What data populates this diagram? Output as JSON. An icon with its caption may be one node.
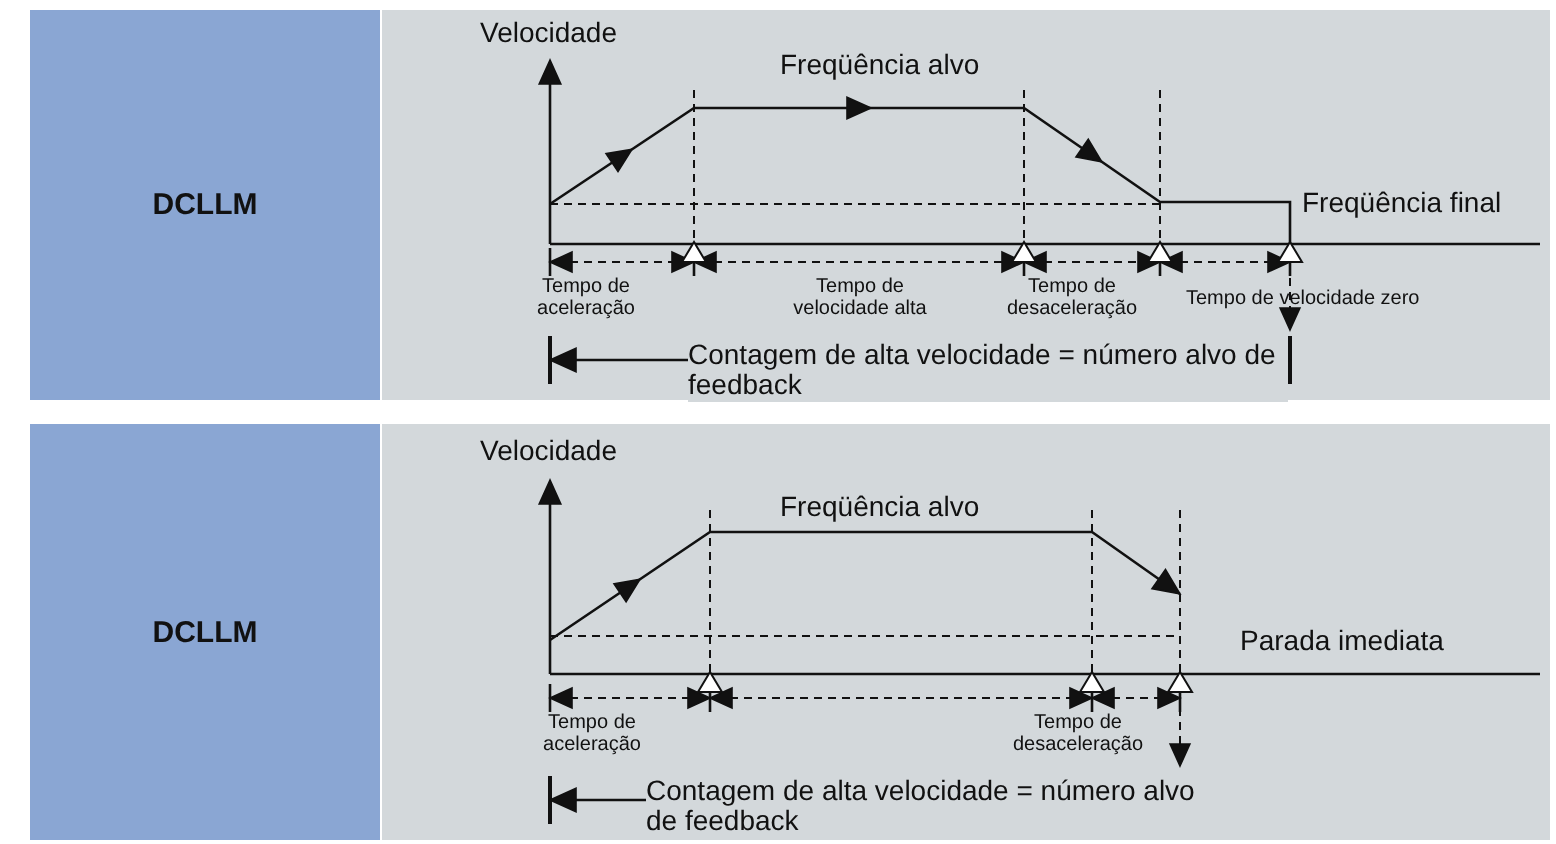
{
  "diagram": {
    "nodes": [
      {
        "text": [
          "DCLLM"
        ]
      },
      {
        "text": [
          "DCLLM"
        ]
      }
    ],
    "labels": [
      "Velocidade",
      "Freqüência alvo",
      "Freqüência final",
      "Tempo de aceleração",
      "Tempo de velocidade alta",
      "Tempo de desaceleração",
      "Tempo de velocidade zero",
      "Contagem de alta velocidade = número alvo de feedback",
      "Velocidade",
      "Freqüência alvo",
      "Parada imediata",
      "Tempo de aceleração",
      "Tempo de desaceleração",
      "Contagem de alta velocidade = número alvo de feedback"
    ]
  }
}
